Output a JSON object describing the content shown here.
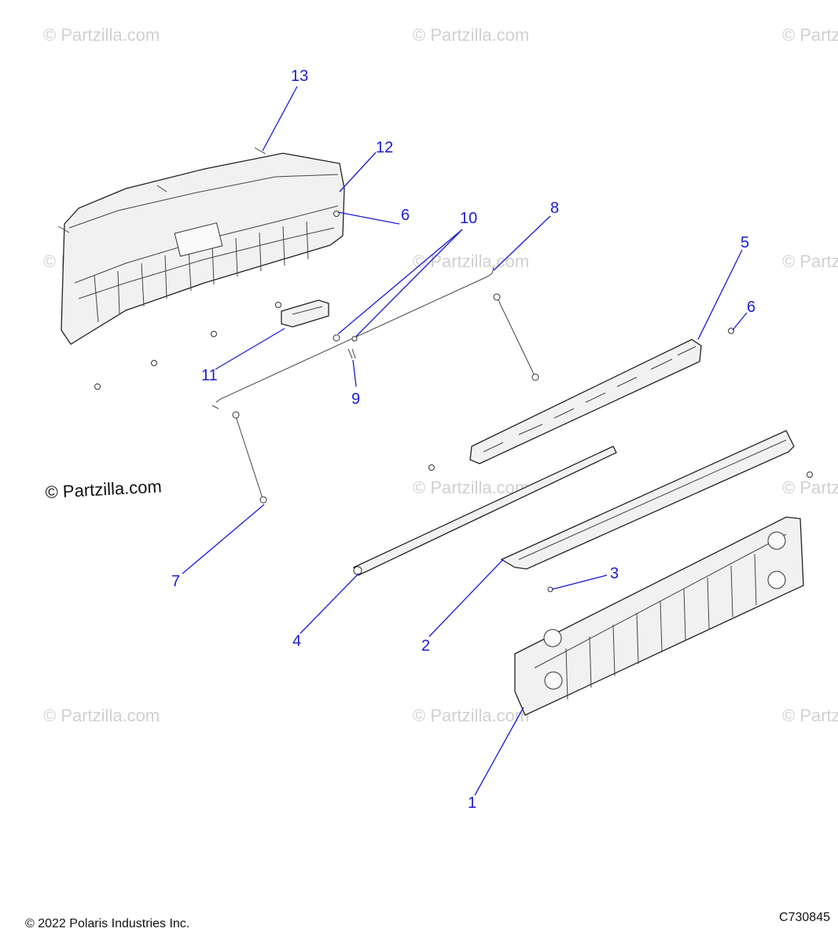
{
  "watermark": "© Partzilla.com",
  "logo_text": "© Partzilla.com",
  "footer": {
    "copyright": "© 2022 Polaris Industries Inc.",
    "diagram_code": "C730845"
  },
  "callouts": {
    "c1": "1",
    "c2": "2",
    "c3": "3",
    "c4": "4",
    "c5": "5",
    "c6a": "6",
    "c6b": "6",
    "c7": "7",
    "c8": "8",
    "c9": "9",
    "c10": "10",
    "c11": "11",
    "c12": "12",
    "c13": "13"
  },
  "colors": {
    "callout": "#1a1ad6",
    "line_art": "#222222",
    "watermark": "#d0d0d0"
  }
}
